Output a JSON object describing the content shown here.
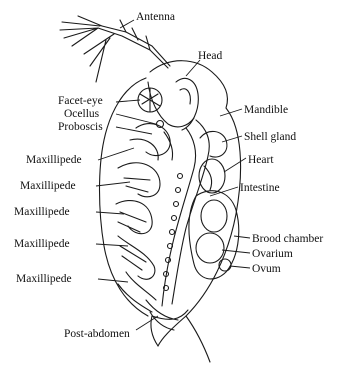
{
  "labels": {
    "antenna": "Antenna",
    "head": "Head",
    "facet_eye": "Facet-eye",
    "ocellus": "Ocellus",
    "proboscis": "Proboscis",
    "mandible": "Mandible",
    "shell_gland": "Shell gland",
    "heart": "Heart",
    "intestine": "Intestine",
    "maxillipede_1": "Maxillipede",
    "maxillipede_2": "Maxillipede",
    "maxillipede_3": "Maxillipede",
    "maxillipede_4": "Maxillipede",
    "maxillipede_5": "Maxillipede",
    "brood_chamber": "Brood chamber",
    "ovarium": "Ovarium",
    "ovum": "Ovum",
    "post_abdomen": "Post-abdomen"
  }
}
